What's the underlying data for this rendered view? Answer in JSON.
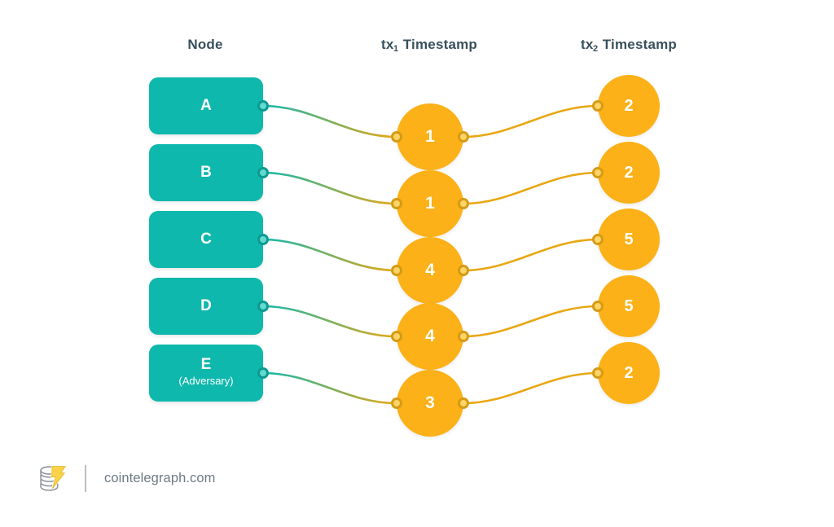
{
  "figure": {
    "background_color": "#ffffff",
    "headers": [
      {
        "id": "node",
        "label": "Node",
        "sub": ""
      },
      {
        "id": "tx1",
        "label": "Timestamp",
        "prefix": "tx",
        "sub": "1",
        "full": "tx1 Timestamp"
      },
      {
        "id": "tx2",
        "label": "Timestamp",
        "prefix": "tx",
        "sub": "2",
        "full": "tx2 Timestamp"
      }
    ],
    "header_color": "#39505d"
  },
  "colors": {
    "node_fill": "#0fb8ac",
    "node_text": "#ffffff",
    "timestamp_fill": "#fbb117",
    "timestamp_text": "#ffffff",
    "link_teal": "#0fb8ac",
    "link_amber": "#e8a713",
    "dot_teal_fill": "#63d9d0",
    "dot_teal_ring": "#0c9a91",
    "dot_amber_fill": "#fdd467",
    "dot_amber_ring": "#d69b14",
    "header_text": "#39505d",
    "footer_text": "#6d7b84"
  },
  "rows": [
    {
      "node": "A",
      "node_note": "",
      "tx1": "1",
      "tx2": "2"
    },
    {
      "node": "B",
      "node_note": "",
      "tx1": "1",
      "tx2": "2"
    },
    {
      "node": "C",
      "node_note": "",
      "tx1": "4",
      "tx2": "5"
    },
    {
      "node": "D",
      "node_note": "",
      "tx1": "4",
      "tx2": "5"
    },
    {
      "node": "E",
      "node_note": "(Adversary)",
      "tx1": "3",
      "tx2": "2"
    }
  ],
  "chart_data": {
    "type": "diagram",
    "title": "",
    "columns": [
      "Node",
      "tx1 Timestamp",
      "tx2 Timestamp"
    ],
    "nodes": [
      "A",
      "B",
      "C",
      "D",
      "E (Adversary)"
    ],
    "tx1_timestamps": [
      1,
      1,
      4,
      4,
      3
    ],
    "tx2_timestamps": [
      2,
      2,
      5,
      5,
      2
    ],
    "edges": [
      {
        "from": "A",
        "via_tx1": 1,
        "to_tx2": 2
      },
      {
        "from": "B",
        "via_tx1": 1,
        "to_tx2": 2
      },
      {
        "from": "C",
        "via_tx1": 4,
        "to_tx2": 5
      },
      {
        "from": "D",
        "via_tx1": 4,
        "to_tx2": 5
      },
      {
        "from": "E",
        "via_tx1": 3,
        "to_tx2": 2
      }
    ]
  },
  "footer": {
    "brand": "cointelegraph.com",
    "logo_name": "cointelegraph-coin-stack-logo"
  }
}
